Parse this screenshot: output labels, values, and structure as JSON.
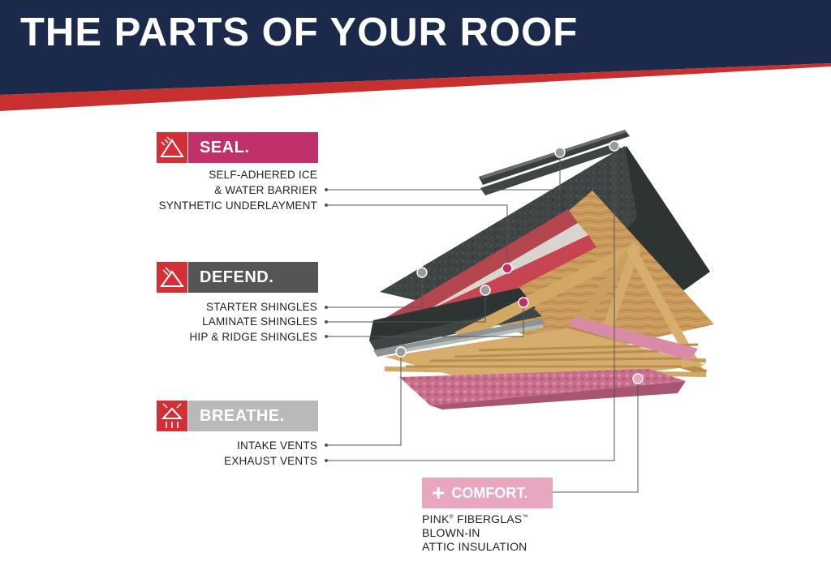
{
  "title": "THE PARTS OF YOUR ROOF",
  "colors": {
    "banner_navy": "#1b2a4a",
    "banner_red": "#c8302f",
    "icon_red": "#d22f36",
    "seal": "#c0306b",
    "defend": "#555555",
    "breathe": "#b9b9b9",
    "comfort": "#e9a6bf",
    "marker_pink": "#c0306b",
    "marker_gray": "#9b9b9b"
  },
  "categories": {
    "seal": {
      "label": "SEAL.",
      "icon": "ice-water-barrier-icon",
      "items": [
        "SELF-ADHERED ICE",
        "& WATER BARRIER",
        "SYNTHETIC UNDERLAYMENT"
      ]
    },
    "defend": {
      "label": "DEFEND.",
      "icon": "shingle-shield-icon",
      "items": [
        "STARTER SHINGLES",
        "LAMINATE SHINGLES",
        "HIP & RIDGE SHINGLES"
      ]
    },
    "breathe": {
      "label": "BREATHE.",
      "icon": "airflow-vent-icon",
      "items": [
        "INTAKE VENTS",
        "EXHAUST VENTS"
      ]
    },
    "comfort": {
      "label": "COMFORT.",
      "icon": "plus-icon",
      "lines": [
        "PINK",
        "FIBERGLAS",
        "BLOWN-IN",
        "ATTIC INSULATION"
      ],
      "marks": [
        "®",
        "™"
      ]
    }
  }
}
